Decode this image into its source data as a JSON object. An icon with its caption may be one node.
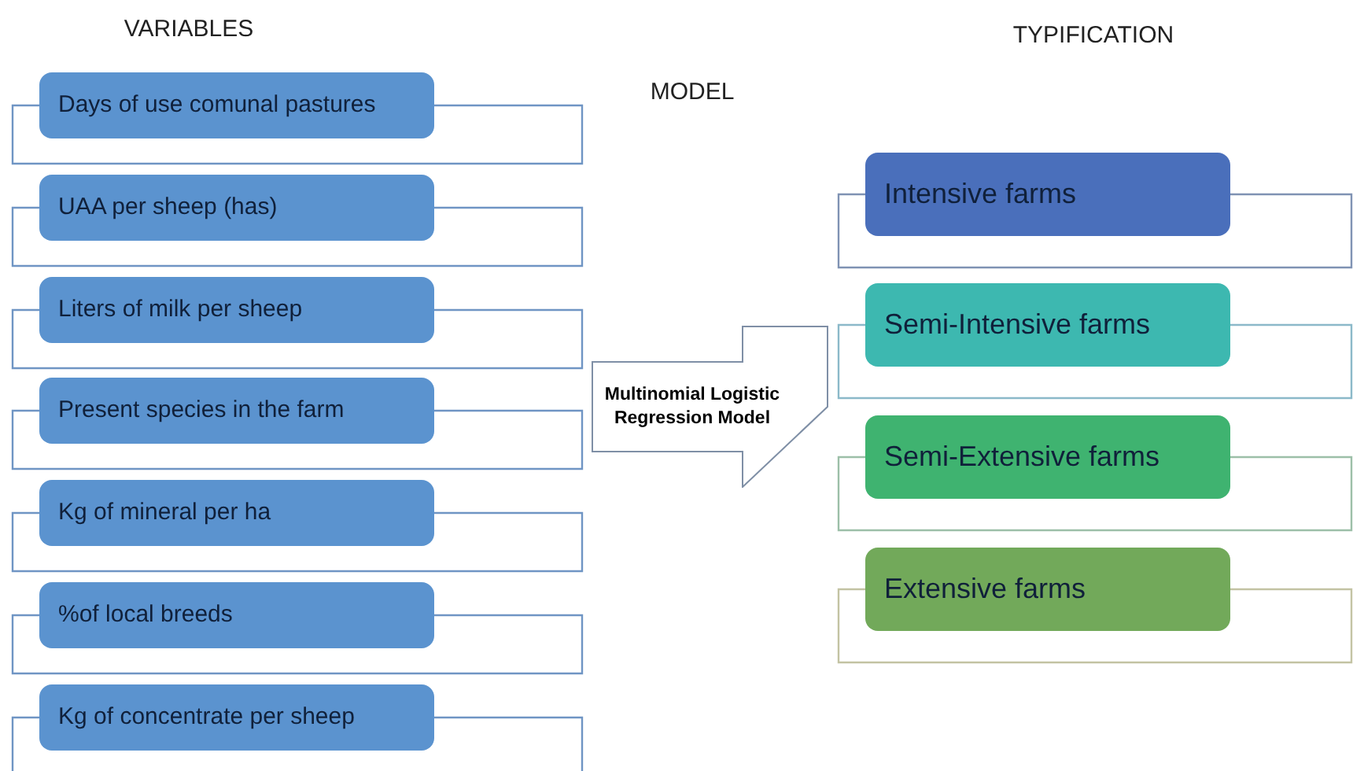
{
  "diagram": {
    "nodes": [
      {
        "text": [
          "Days of use comunal pastures"
        ]
      },
      {
        "text": [
          "UAA per sheep (has)"
        ]
      },
      {
        "text": [
          "Liters of milk per sheep"
        ]
      },
      {
        "text": [
          "Present species in the farm"
        ]
      },
      {
        "text": [
          "Kg of mineral per ha"
        ]
      },
      {
        "text": [
          "%of local breeds"
        ]
      },
      {
        "text": [
          "Kg of concentrate per sheep"
        ]
      },
      {
        "text": [
          "Multinomial Logistic Regression Model"
        ]
      },
      {
        "text": [
          "Intensive farms"
        ]
      },
      {
        "text": [
          "Semi-Intensive farms"
        ]
      },
      {
        "text": [
          "Semi-Extensive farms"
        ]
      },
      {
        "text": [
          "Extensive farms"
        ]
      }
    ],
    "labels": [
      "VARIABLES",
      "MODEL",
      "TYPIFICATION"
    ]
  }
}
